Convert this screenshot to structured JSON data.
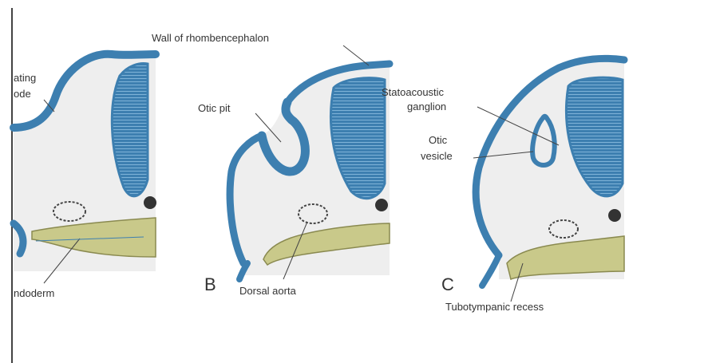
{
  "labels": {
    "wall": "Wall of rhombencephalon",
    "stating_top": "ating",
    "stating_bottom": "ode",
    "endoderm": "ndoderm",
    "otic_pit": "Otic pit",
    "panel_b": "B",
    "dorsal_aorta": "Dorsal aorta",
    "statoacoustic_1": "Statoacoustic",
    "statoacoustic_2": "ganglion",
    "otic_1": "Otic",
    "otic_2": "vesicle",
    "panel_c": "C",
    "tubotympanic": "Tubotympanic recess"
  },
  "colors": {
    "neural_tube": "#3d7fb0",
    "neural_stripe": "#7fb3d8",
    "endoderm": "#c9c98a",
    "endoderm_outline": "#8a8a50",
    "mesenchyme": "#eeeeee",
    "notochord": "#333333",
    "label": "#333333"
  }
}
